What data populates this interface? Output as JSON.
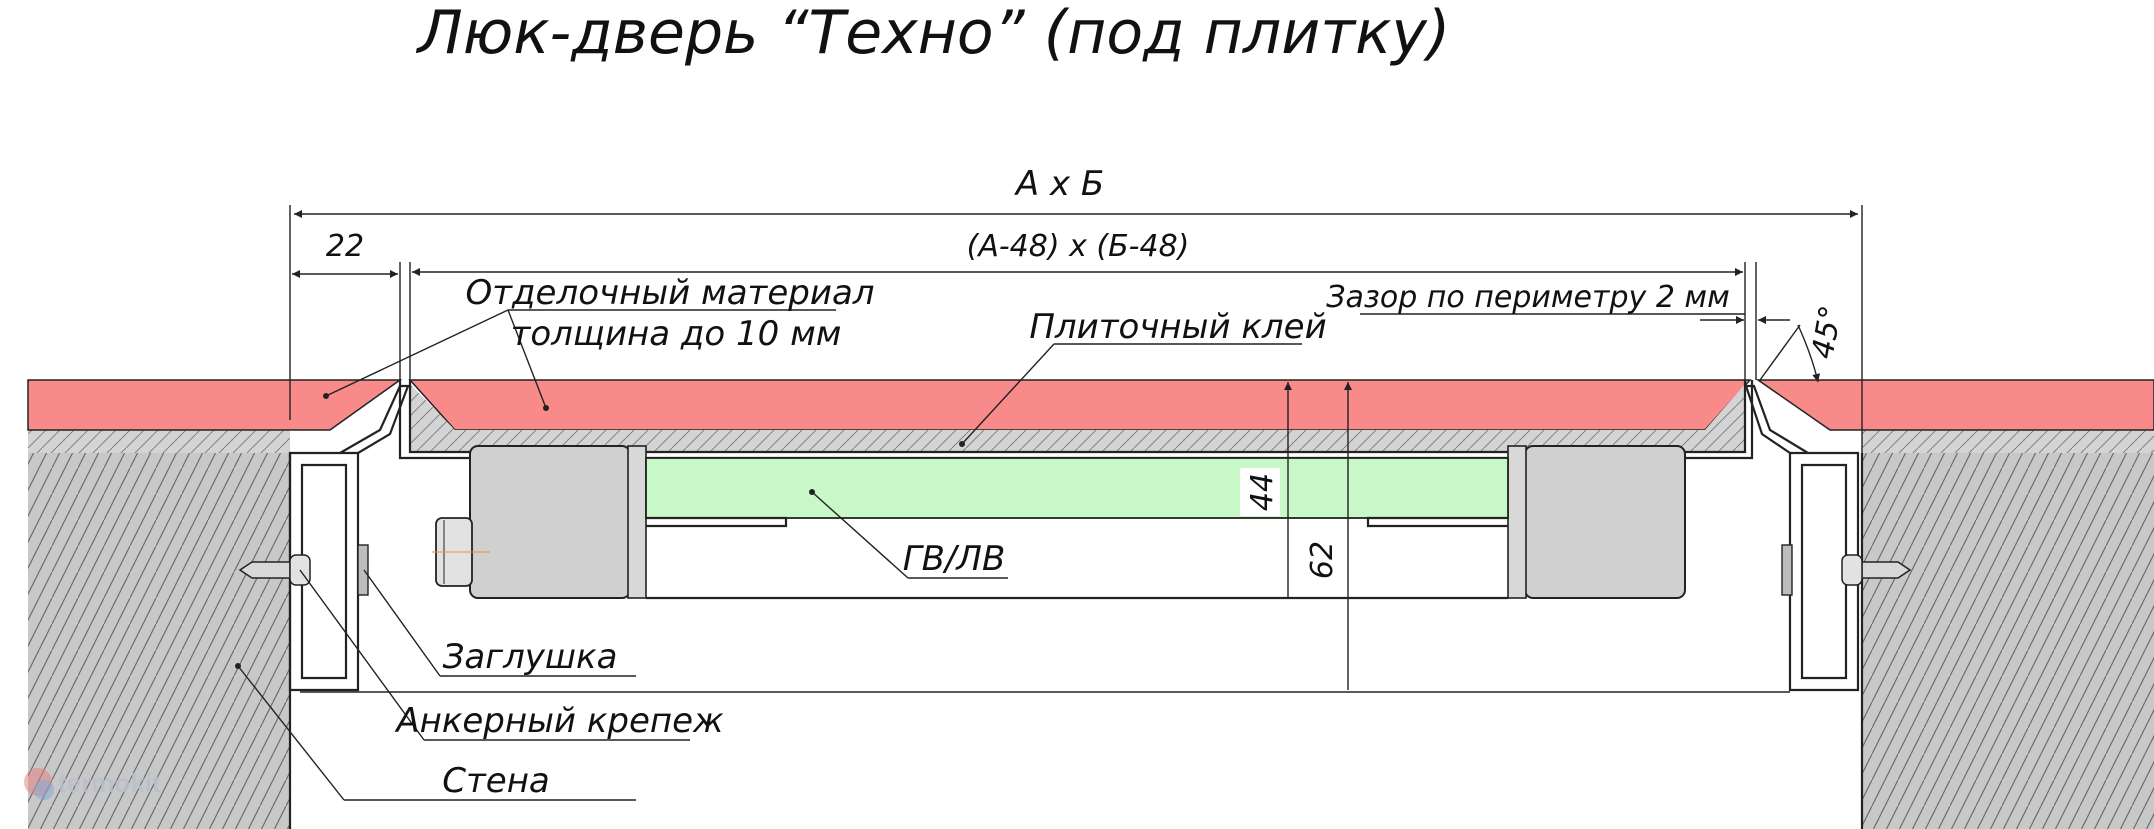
{
  "title": "Люк-дверь “Техно” (под плитку)",
  "dimensions": {
    "overall": "А х Б",
    "inner": "(А-48) х (Б-48)",
    "frame_width": "22",
    "gap": "Зазор по периметру 2 мм",
    "angle": "45°",
    "height_44": "44",
    "height_62": "62"
  },
  "labels": {
    "finish_line1": "Отделочный материал",
    "finish_line2": "толщина до 10 мм",
    "adhesive": "Плиточный клей",
    "board": "ГВ/ЛВ",
    "cap": "Заглушка",
    "anchor": "Анкерный крепеж",
    "wall": "Стена"
  },
  "watermark": "termokit",
  "colors": {
    "tile": "#f88a8a",
    "adhesive": "#d4d4d4",
    "wall": "#c8c8c8",
    "board": "#c8f7c8",
    "hinge_block": "#d0d0d0"
  }
}
